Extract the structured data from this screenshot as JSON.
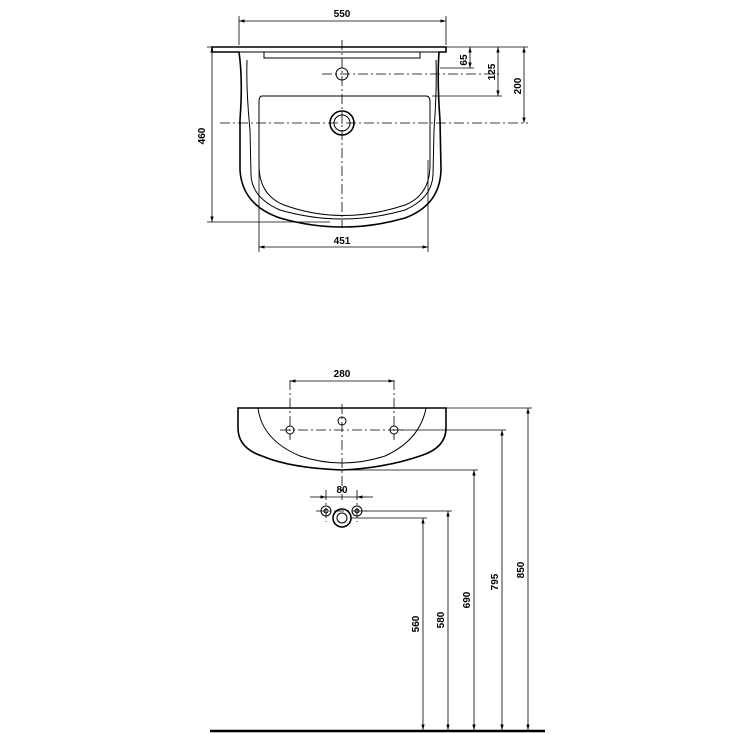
{
  "top_view": {
    "width_overall": "550",
    "width_bowl": "451",
    "depth_overall": "460",
    "tap_hole_offset": "65",
    "tap_hole_distance": "125",
    "drain_distance": "200"
  },
  "front_view": {
    "fixing_spacing": "280",
    "waste_trap_spacing": "80",
    "height_rim": "850",
    "height_fixings": "795",
    "height_underside": "690",
    "height_supply_pipes": "580",
    "height_waste": "560"
  }
}
